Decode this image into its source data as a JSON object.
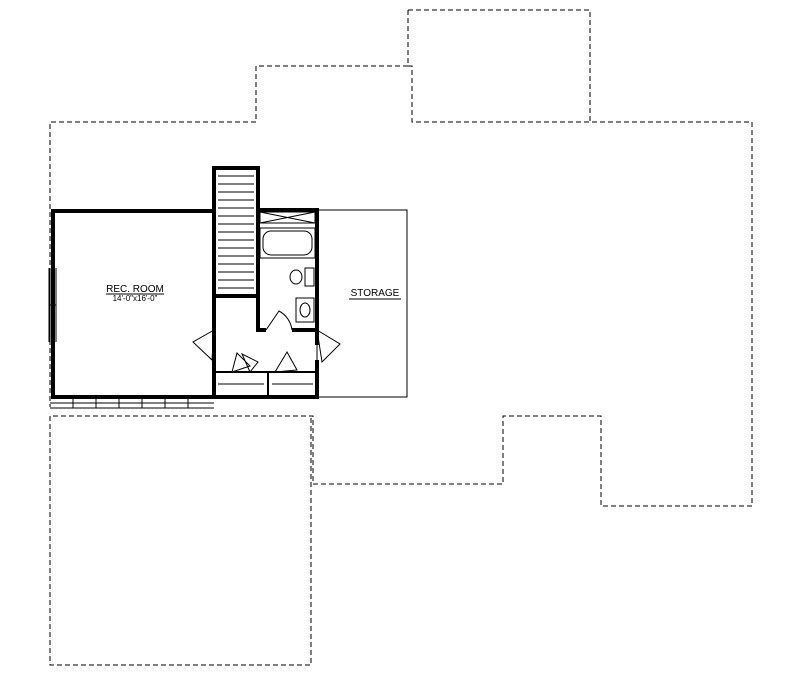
{
  "plan": {
    "rooms": [
      {
        "id": "rec-room",
        "name": "REC. ROOM",
        "dimensions": "14'-0\"x16'-0\""
      },
      {
        "id": "storage",
        "name": "STORAGE"
      }
    ]
  }
}
